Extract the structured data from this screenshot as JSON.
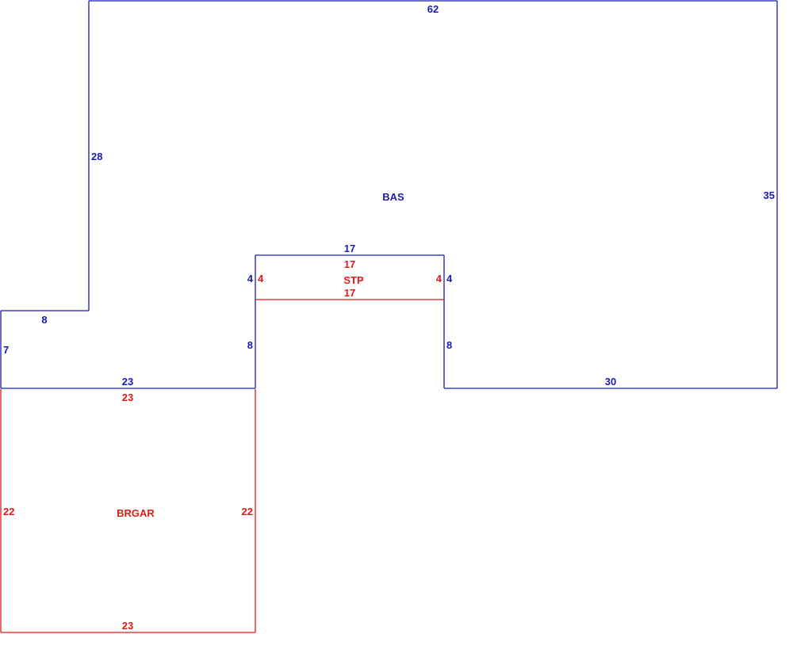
{
  "colors": {
    "bas": "#1a1ab4",
    "red": "#e01818"
  },
  "areas": {
    "bas": "BAS",
    "stp": "STP",
    "brgar": "BRGAR"
  },
  "dimensions": {
    "bas_top": "62",
    "bas_left_upper": "28",
    "bas_right": "35",
    "bas_step_top": "8",
    "bas_left_lower": "7",
    "bas_bottom_left": "23",
    "bas_notch_left": "8",
    "bas_notch_right": "8",
    "bas_bottom_right": "30",
    "bas_notch_top": "17",
    "bas_stp_left": "4",
    "bas_stp_right": "4",
    "stp_top": "17",
    "stp_bottom": "17",
    "stp_left": "4",
    "stp_right": "4",
    "brgar_top": "23",
    "brgar_left": "22",
    "brgar_right": "22",
    "brgar_bottom": "23"
  }
}
